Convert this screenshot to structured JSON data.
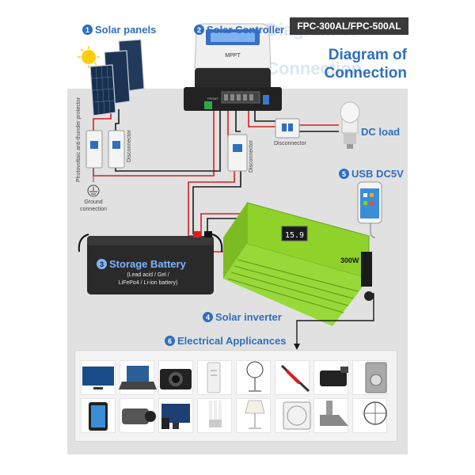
{
  "header": {
    "model": "FPC-300AL/FPC-500AL",
    "title_line1": "Diagram of",
    "title_line2": "Connection",
    "ghost_line1": "Diagram of",
    "ghost_line2": "Connection"
  },
  "labels": {
    "solar_panels": {
      "num": "1",
      "text": "Solar panels"
    },
    "solar_controller": {
      "num": "2",
      "text": "Solar Controller"
    },
    "storage_battery": {
      "num": "3",
      "text": "Storage Battery"
    },
    "solar_inverter": {
      "num": "4",
      "text": "Solar inverter"
    },
    "usb": {
      "num": "5",
      "text": "USB DC5V"
    },
    "appliances": {
      "num": "6",
      "text": "Electrical Applicances"
    },
    "dc_load": "DC load"
  },
  "battery_types": [
    "(Lead acid / Gel /",
    "LiFePo4 / Li-ion battery)"
  ],
  "small_text": {
    "protector": "Photovoltaic anti-thunder protector",
    "disconnector_1": "Disconnector",
    "disconnector_2": "Disconnector",
    "disconnector_3": "Disconnector",
    "ground": [
      "Ground",
      "connection"
    ],
    "controller_mppt": "MPPT",
    "controller_front": "FRONT",
    "inverter_power": "300W",
    "inverter_display": "15.9"
  },
  "appliances": [
    "tv-icon",
    "laptop-icon",
    "camera-icon",
    "air-purifier-icon",
    "floor-fan-icon",
    "soldering-iron-icon",
    "camcorder-icon",
    "washing-machine-icon",
    "tablet-icon",
    "video-camera-icon",
    "desktop-computer-icon",
    "cfl-bulb-icon",
    "table-lamp-icon",
    "box-fan-icon",
    "range-hood-icon",
    "desk-fan-icon"
  ],
  "colors": {
    "accent_blue": "#2f6fbd",
    "battery_label": "#7fb4ff",
    "wire_red": "#d82020",
    "wire_black": "#1a1a1a",
    "inverter_green": "#8fd22a",
    "badge_bg": "#3a3a3a"
  }
}
